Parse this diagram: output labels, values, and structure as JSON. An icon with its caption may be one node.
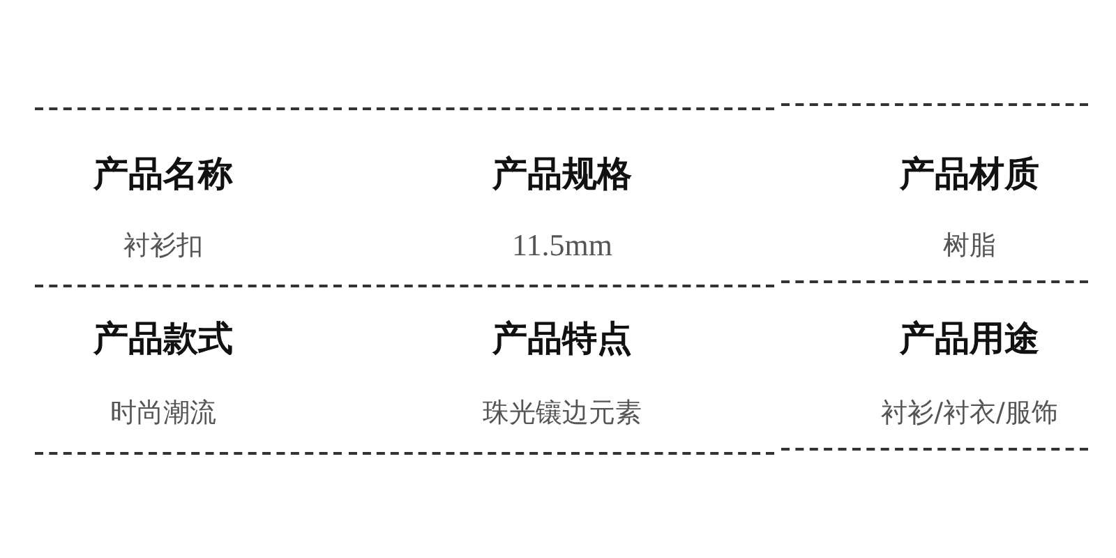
{
  "diagram": {
    "labels": [
      "产品名称",
      "产品规格",
      "产品材质",
      "衬衫扣",
      "11.5mm",
      "树脂",
      "产品款式",
      "产品特点",
      "产品用途",
      "时尚潮流",
      "珠光镶边元素",
      "衬衫/衬衣/服饰"
    ]
  }
}
